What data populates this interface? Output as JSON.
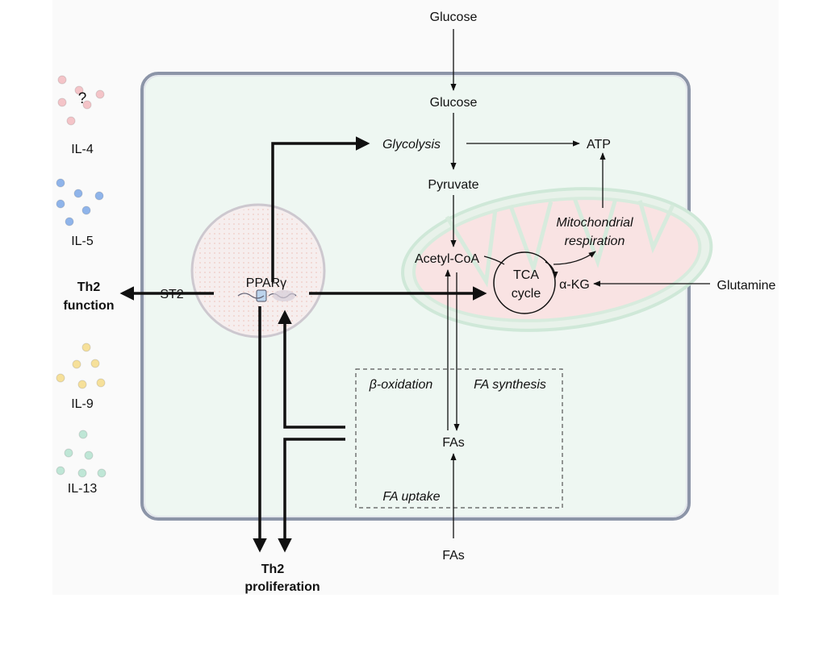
{
  "inputs": {
    "glucose_outside": "Glucose",
    "fas_outside": "FAs",
    "glutamine": "Glutamine"
  },
  "cell": {
    "glucose": "Glucose",
    "glycolysis": "Glycolysis",
    "atp": "ATP",
    "pyruvate": "Pyruvate",
    "mito_respiration_line1": "Mitochondrial",
    "mito_respiration_line2": "respiration",
    "acetyl_coa": "Acetyl-CoA",
    "tca_line1": "TCA",
    "tca_line2": "cycle",
    "akg": "α-KG",
    "pparg": "PPARγ",
    "st2": "ST2",
    "beta_oxidation": "β-oxidation",
    "fa_synthesis": "FA synthesis",
    "fa_uptake": "FA uptake",
    "fas": "FAs"
  },
  "outputs": {
    "th2_function_line1": "Th2",
    "th2_function_line2": "function",
    "th2_proliferation_line1": "Th2",
    "th2_proliferation_line2": "proliferation"
  },
  "cytokines": [
    {
      "label": "IL-4",
      "color": "#f4c4c8",
      "note": "?"
    },
    {
      "label": "IL-5",
      "color": "#8fb4ea"
    },
    {
      "label": "IL-9",
      "color": "#f6e09a"
    },
    {
      "label": "IL-13",
      "color": "#bfe6d6"
    }
  ],
  "colors": {
    "cell_fill": "#eef7f2",
    "cell_stroke": "#8c95a8",
    "nucleus_fill": "#f6eeee",
    "mito_fill": "#f9e3e3",
    "mito_membrane": "#cfe8d8"
  }
}
